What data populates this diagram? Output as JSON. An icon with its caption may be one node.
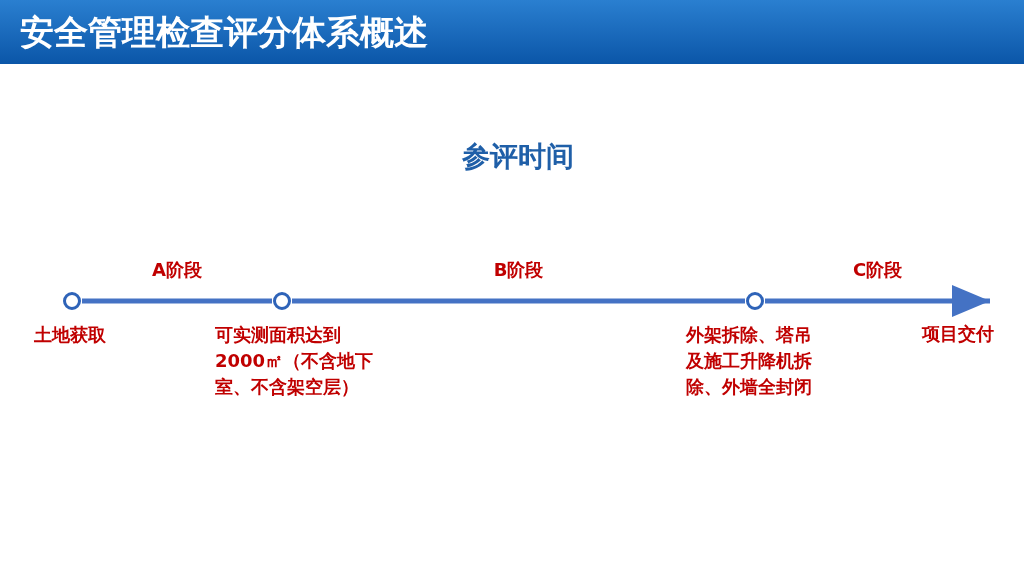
{
  "diagram": {
    "title": "安全管理检查评分体系概述",
    "nodes": [
      {
        "text": [],
        "shape": "circle",
        "beside": [
          "土地获取"
        ]
      },
      {
        "text": [],
        "shape": "circle",
        "beside": [
          "可实测面积达到2000㎡（不含地下室、不含架空层）"
        ]
      },
      {
        "text": [],
        "shape": "circle",
        "beside": [
          "外架拆除、塔吊及施工升降机拆除、外墙全封闭"
        ]
      }
    ],
    "edges": [
      {
        "from": 0,
        "to": 1,
        "arrow": "none",
        "label": "A阶段"
      },
      {
        "from": 1,
        "to": 2,
        "arrow": "none",
        "label": "B阶段"
      },
      {
        "from": 2,
        "to": null,
        "arrow": "to",
        "label": "C阶段"
      }
    ],
    "labels": [
      "参评时间",
      "项目交付"
    ]
  }
}
